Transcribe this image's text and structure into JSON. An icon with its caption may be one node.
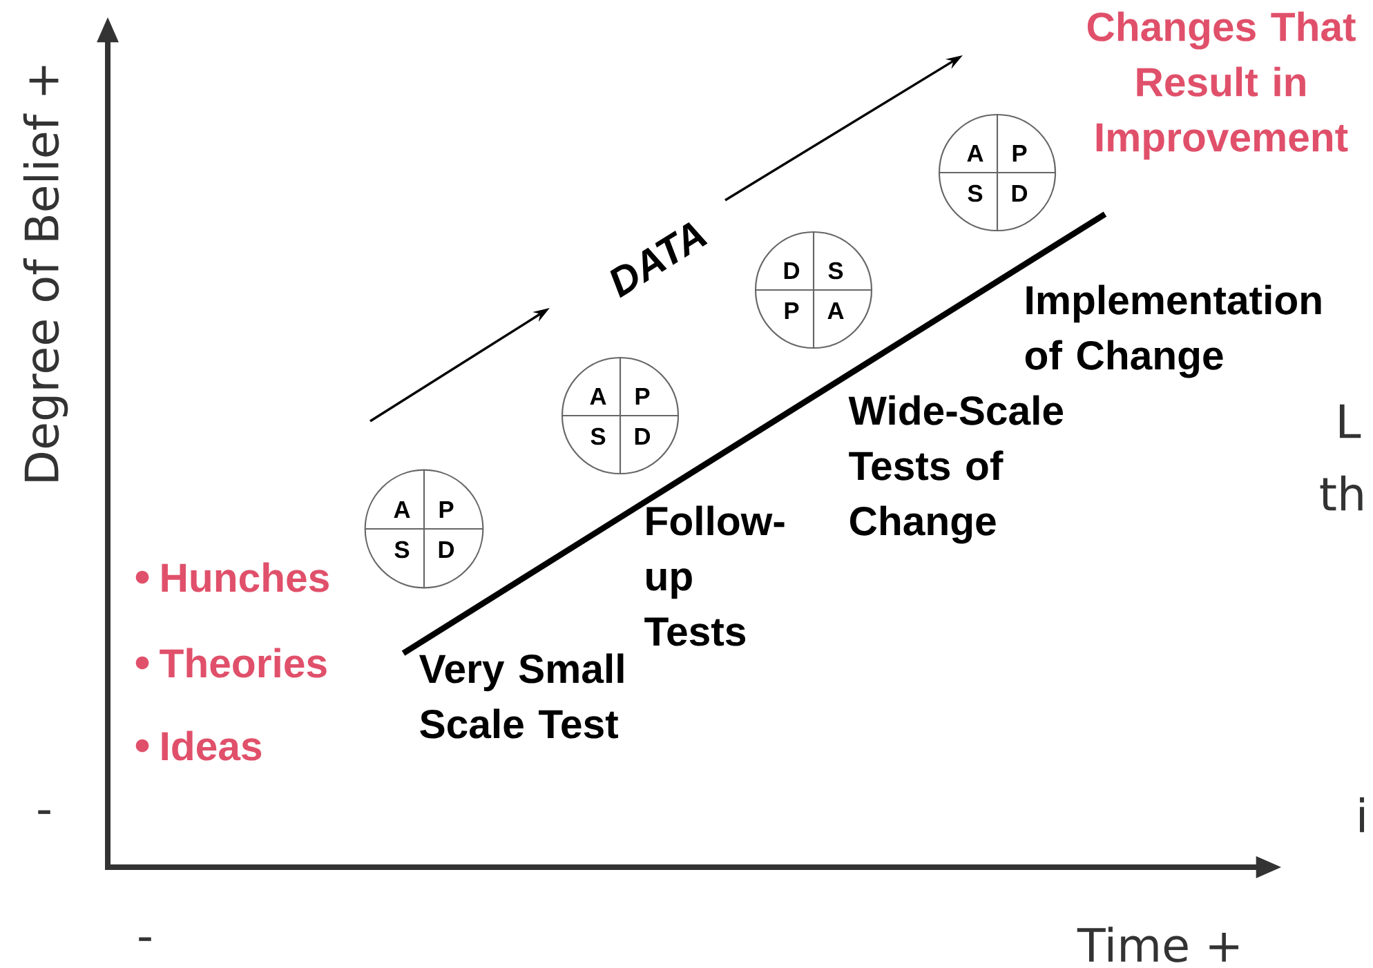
{
  "diagram": {
    "nodes": [
      {
        "text": [
          "A",
          "P",
          "S",
          "D"
        ]
      },
      {
        "text": [
          "A",
          "P",
          "S",
          "D"
        ]
      },
      {
        "text": [
          "D",
          "S",
          "P",
          "A"
        ]
      },
      {
        "text": [
          "A",
          "P",
          "S",
          "D"
        ]
      }
    ],
    "labels": [
      "Degree of Belief +",
      "-",
      "-",
      "Time +",
      "Changes That Result in Improvement",
      "DATA",
      "Implementation of Change",
      "Wide-Scale Tests of Change",
      "Follow-up Tests",
      "Very Small Scale Test",
      "Hunches",
      "Theories",
      "Ideas",
      "L",
      "th",
      "i"
    ]
  }
}
